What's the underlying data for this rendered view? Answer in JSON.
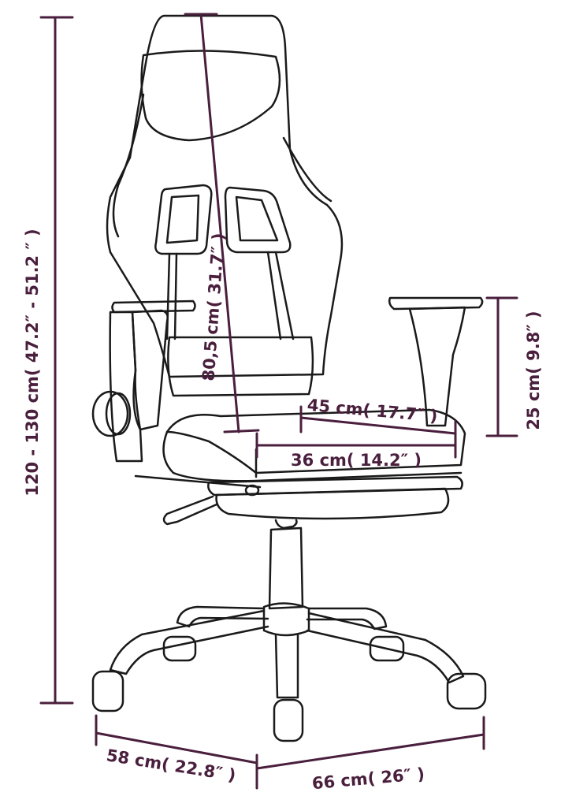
{
  "colors": {
    "line_art": "#1a1a1a",
    "dimension": "#4a1f3d",
    "background": "#ffffff"
  },
  "dimensions": {
    "total_height": "120 - 130 cm( 47.2″  - 51.2  ″ )",
    "backrest_height": "80,5 cm( 31.7″ )",
    "armrest_height": "25 cm( 9.8″  )",
    "seat_depth": "45 cm( 17.7″  )",
    "seat_width": "36 cm( 14.2″  )",
    "base_depth": "58 cm( 22.8″  )",
    "base_width": "66 cm( 26″  )"
  }
}
